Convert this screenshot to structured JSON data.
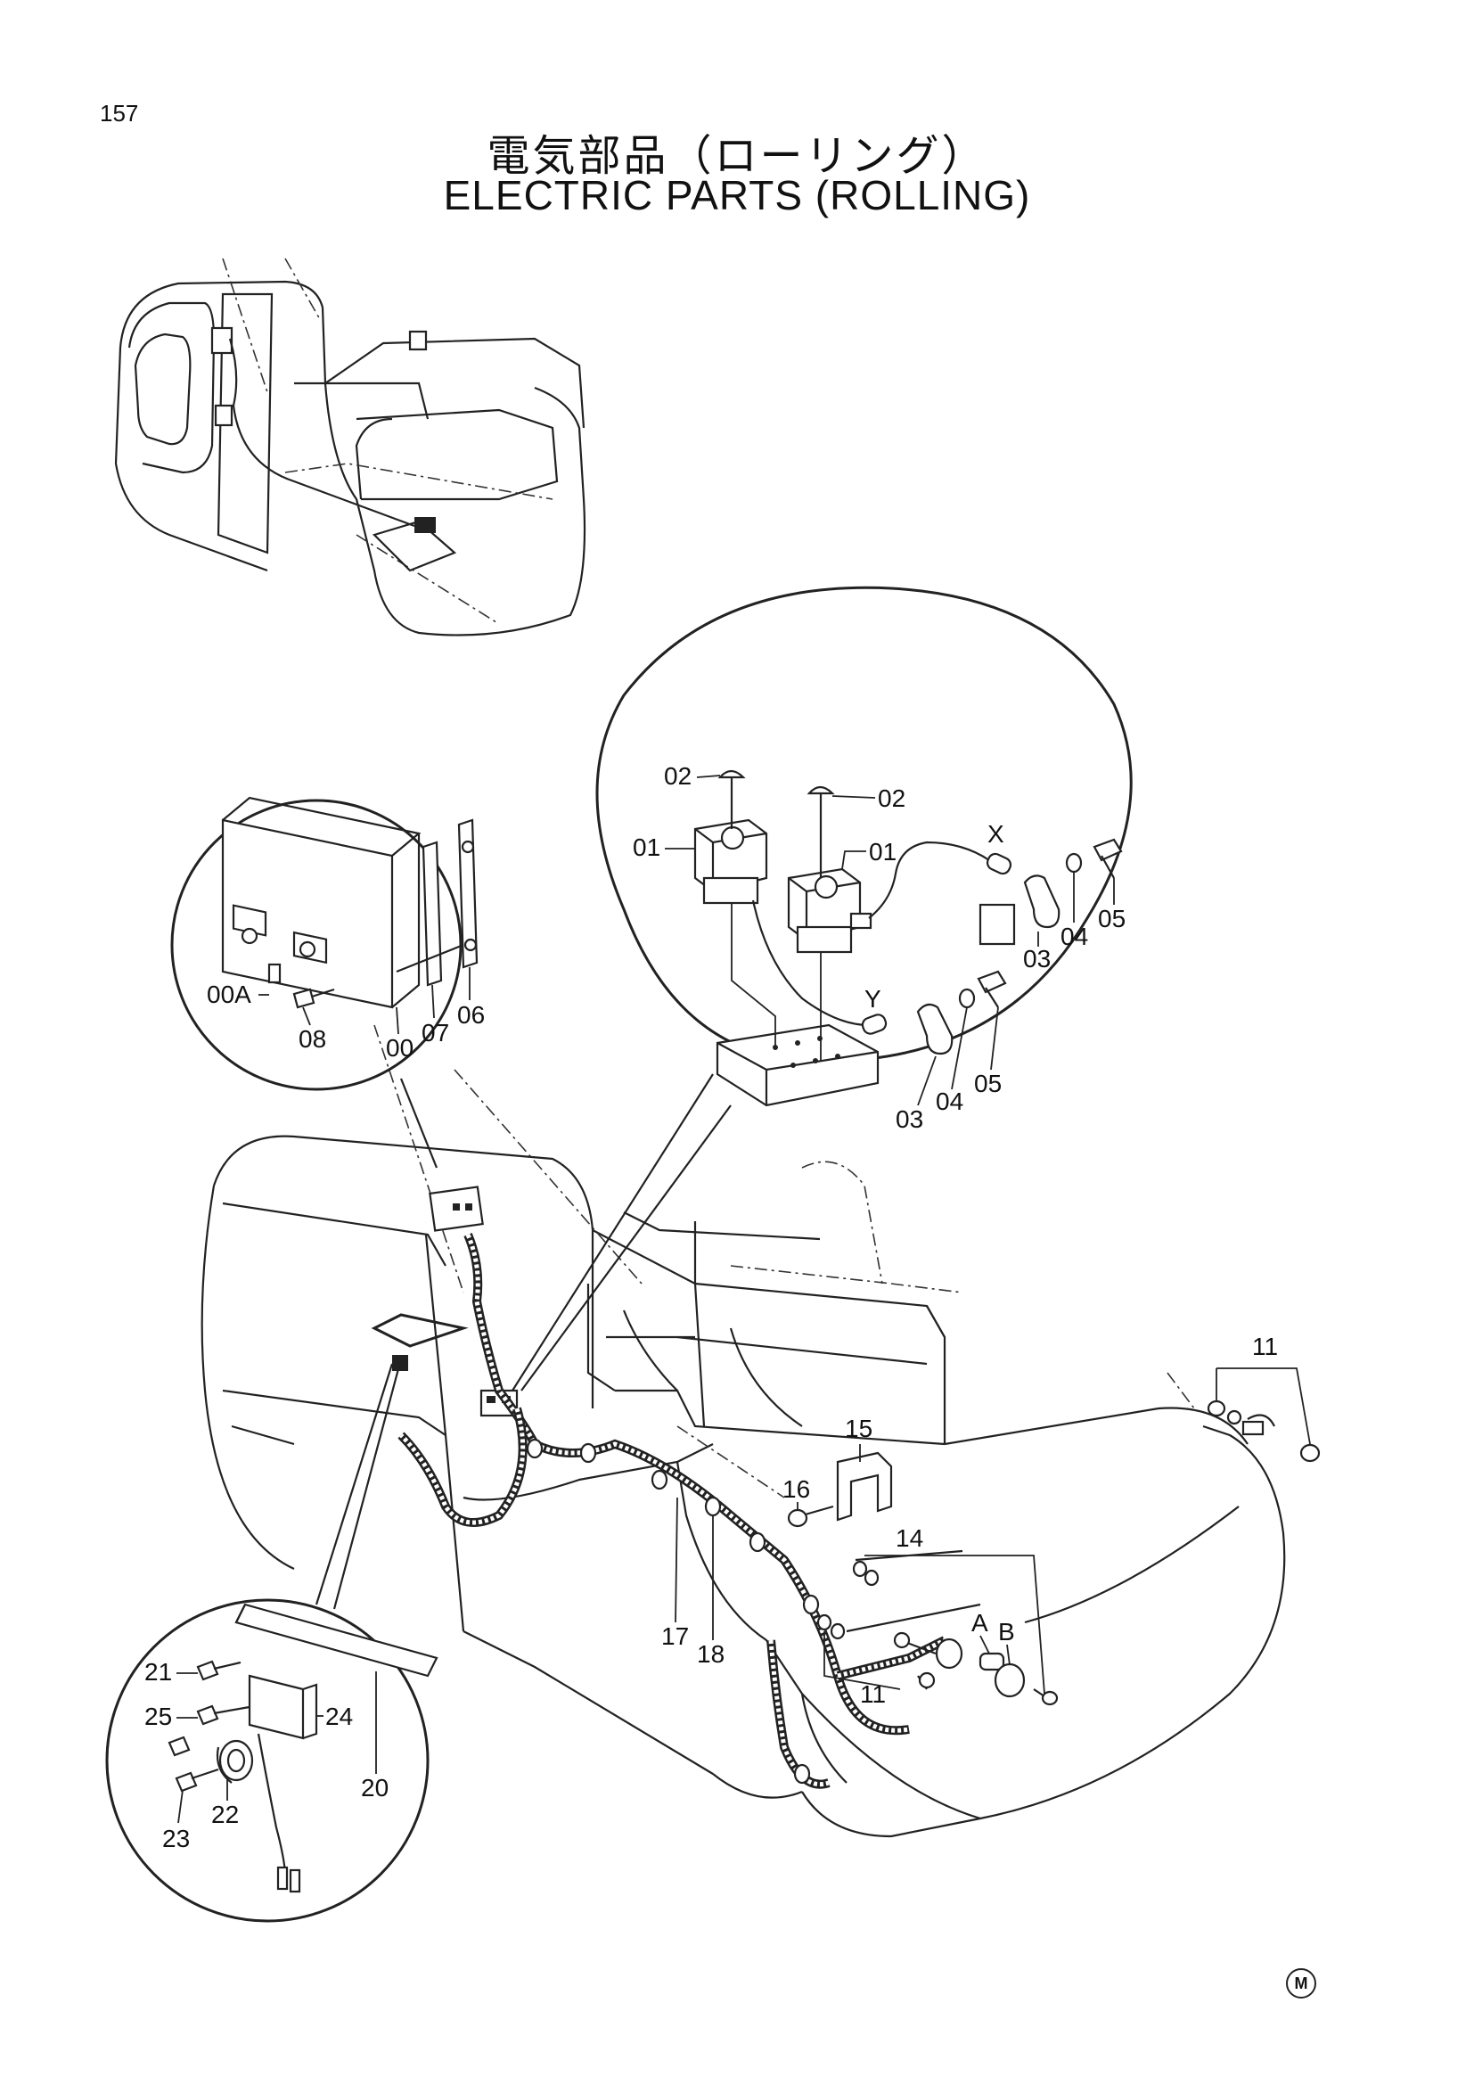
{
  "page": {
    "number": "157"
  },
  "title": {
    "ja": "電気部品（ローリング）",
    "en": "ELECTRIC PARTS (ROLLING)"
  },
  "callouts": {
    "c02a": "02",
    "c02b": "02",
    "c01a": "01",
    "c01b": "01",
    "cX": "X",
    "cY": "Y",
    "c03a": "03",
    "c04a": "04",
    "c05a": "05",
    "c03b": "03",
    "c04b": "04",
    "c05b": "05",
    "c00A": "00A",
    "c08": "08",
    "c00": "00",
    "c07": "07",
    "c06": "06",
    "c11a": "11",
    "c11b": "11",
    "c14": "14",
    "c15": "15",
    "c16": "16",
    "c17": "17",
    "c18": "18",
    "cA": "A",
    "cB": "B",
    "c21": "21",
    "c25": "25",
    "c24": "24",
    "c20": "20",
    "c22": "22",
    "c23": "23"
  },
  "marks": {
    "maker": "M"
  }
}
